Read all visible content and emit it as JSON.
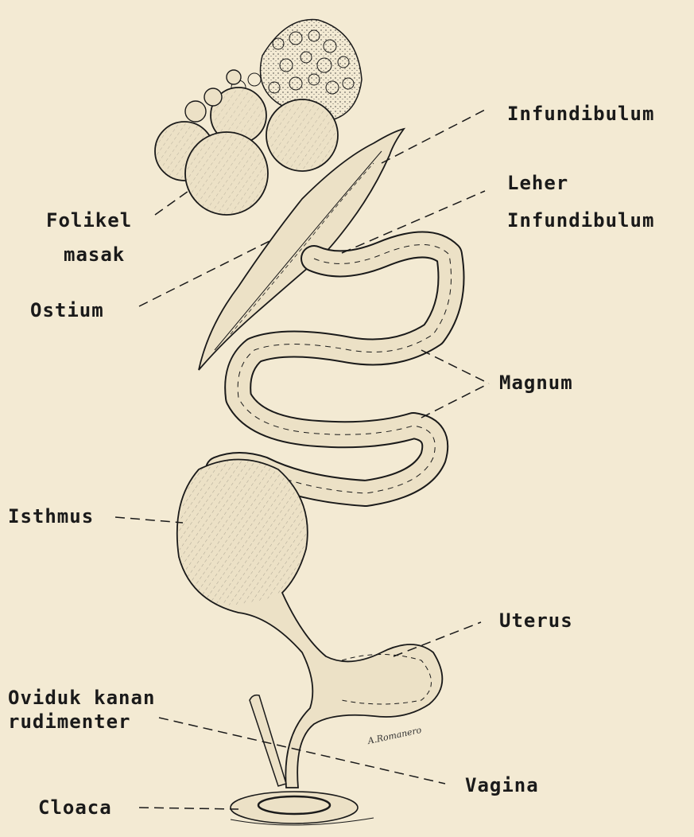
{
  "labels": {
    "infundibulum": "Infundibulum",
    "leher_line1": "Leher",
    "leher_line2": "Infundibulum",
    "folikel_line1": "Folikel",
    "folikel_line2": "masak",
    "ostium": "Ostium",
    "magnum": "Magnum",
    "isthmus": "Isthmus",
    "uterus": "Uterus",
    "oviduk_line1": "Oviduk kanan",
    "oviduk_line2": "rudimenter",
    "vagina": "Vagina",
    "cloaca": "Cloaca"
  },
  "signature": "A.Romanero",
  "colors": {
    "paper": "#f3ead3",
    "ink": "#1a1a1a",
    "fill": "#e8dcc0"
  }
}
